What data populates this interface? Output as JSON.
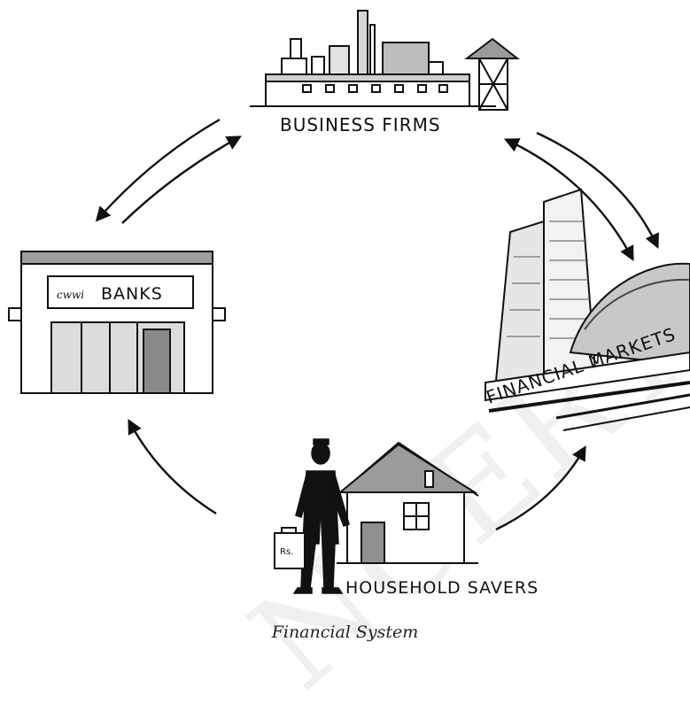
{
  "nodes": {
    "business_firms": "BUSINESS FIRMS",
    "banks": "BANKS",
    "bank_sign_script": "cwwi",
    "financial_markets": "FINANCIAL MARKETS",
    "household_savers": "HOUSEHOLD SAVERS",
    "suitcase_label": "Rs."
  },
  "caption": "Financial System",
  "watermark": "NCERT"
}
